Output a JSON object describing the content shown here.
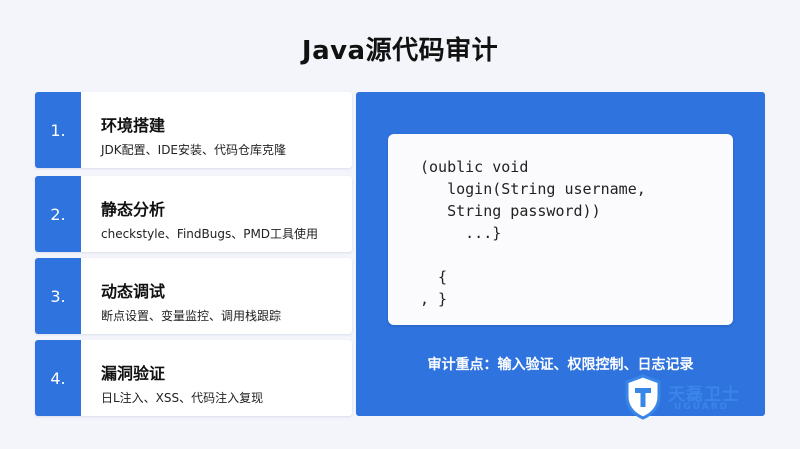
{
  "title": "Java源代码审计",
  "steps": [
    {
      "num": "1.",
      "title": "环境搭建",
      "desc": "JDK配置、IDE安装、代码仓库克隆"
    },
    {
      "num": "2.",
      "title": "静态分析",
      "desc": "checkstyle、FindBugs、PMD工具使用"
    },
    {
      "num": "3.",
      "title": "动态调试",
      "desc": "断点设置、变量监控、调用栈跟踪"
    },
    {
      "num": "4.",
      "title": "漏洞验证",
      "desc": "日L注入、XSS、代码注入复现"
    }
  ],
  "code": "(oublic void\n   login(String username,\n   String password))\n     ...}\n\n  {\n, }",
  "focus_text": "审计重点：输入验证、权限控制、日志记录",
  "logo": {
    "brand": "天磊卫士",
    "en": "UGUARD",
    "mark": "T"
  },
  "colors": {
    "accent": "#2f73df",
    "logo": "#3a86e8"
  }
}
